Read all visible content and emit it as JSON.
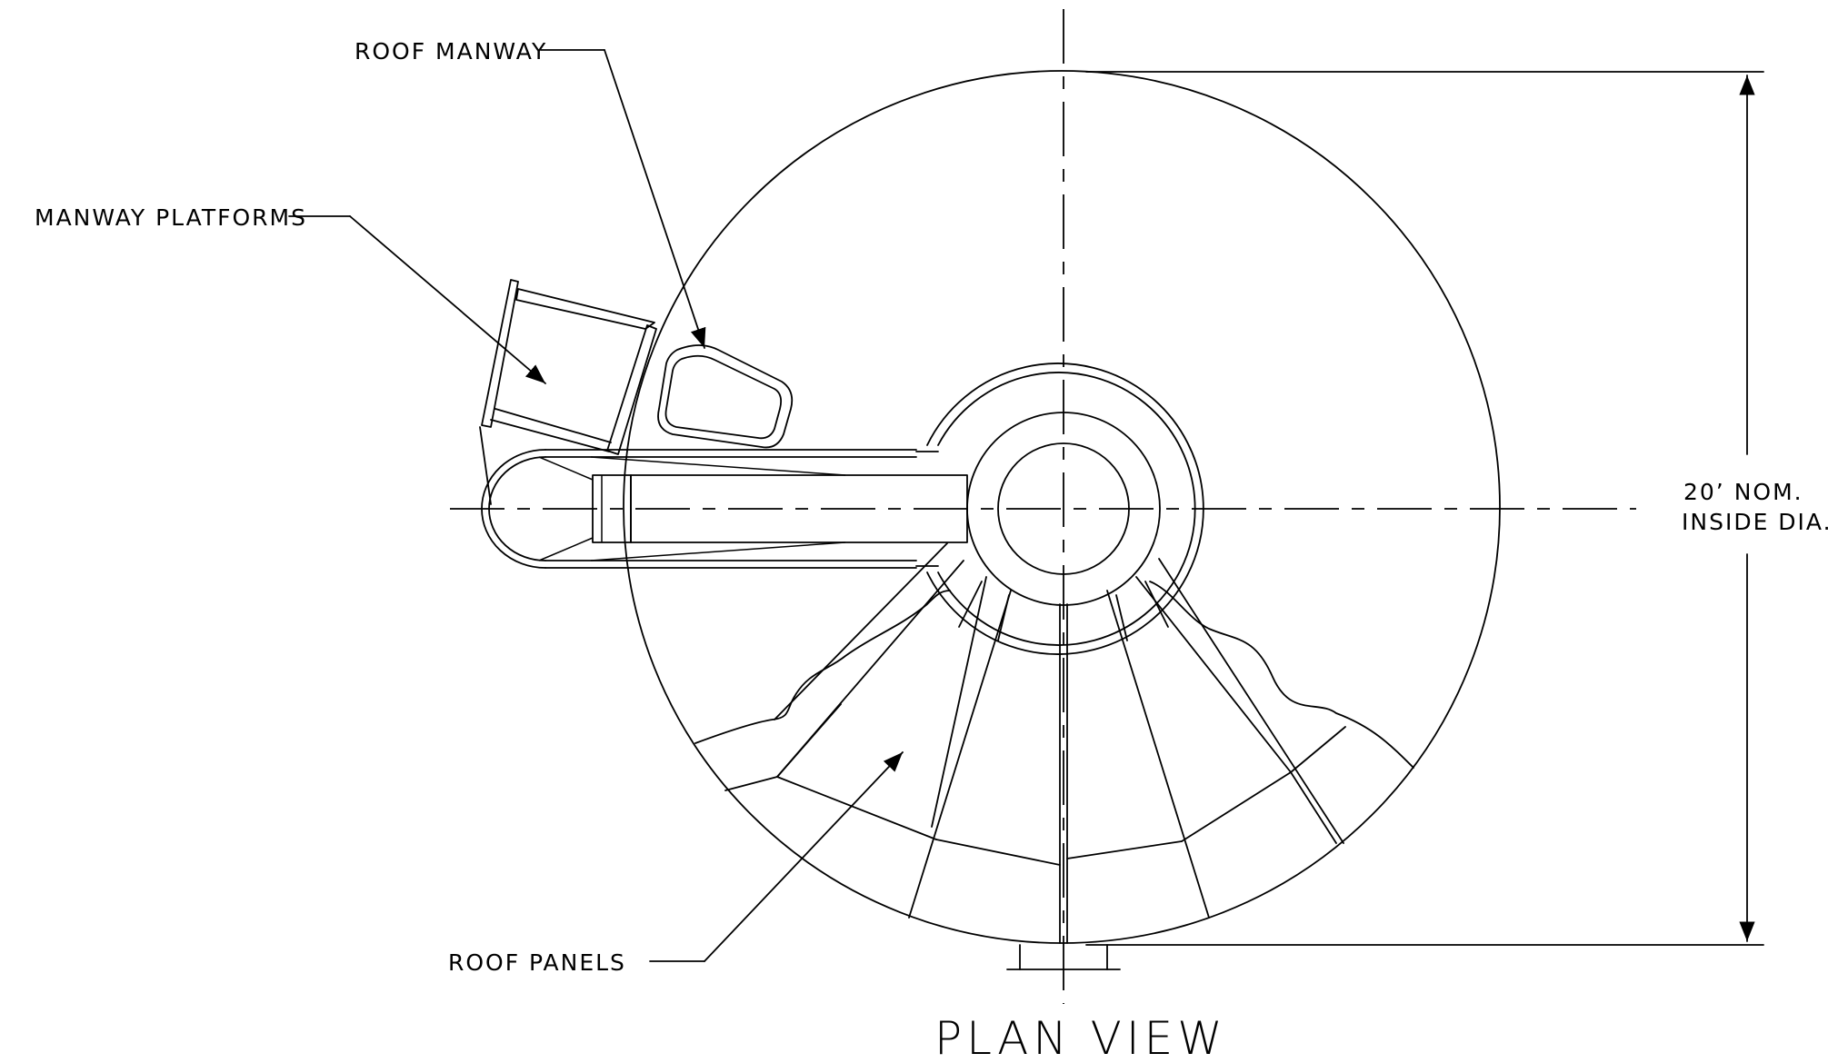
{
  "labels": {
    "roof_manway": "ROOF MANWAY",
    "manway_platforms": "MANWAY PLATFORMS",
    "roof_panels": "ROOF PANELS",
    "dimension_line1": "20’ NOM.",
    "dimension_line2": "INSIDE DIA.",
    "view_title": "PLAN VIEW"
  },
  "colors": {
    "line": "#000000",
    "background": "#ffffff"
  }
}
